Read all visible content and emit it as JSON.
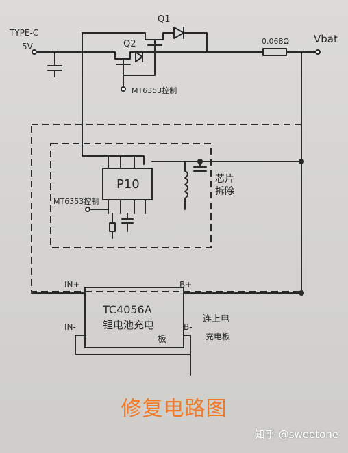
{
  "labels": {
    "type_c": "TYPE-C",
    "type_c_voltage": "5V",
    "q1": "Q1",
    "q2": "Q2",
    "mt6353_top": "MT6353控制",
    "resistor_value": "0.068Ω",
    "vbat": "Vbat",
    "p10": "P10",
    "chip_removed": "芯片拆除",
    "mt6353_left": "MT6353控制",
    "in_plus": "IN+",
    "b_plus": "B+",
    "in_minus": "IN-",
    "b_minus": "B-",
    "tc_chip": "TC4056A",
    "tc_desc_1": "锂电池充电",
    "tc_desc_2": "板",
    "battery_note_1": "连上电",
    "battery_note_2": "充电板"
  },
  "caption": "修复电路图",
  "watermark": "知乎 @sweetone",
  "colors": {
    "ink": "#2a2a2a",
    "caption": "#f07a2a",
    "paper": "#d6d5d3"
  }
}
